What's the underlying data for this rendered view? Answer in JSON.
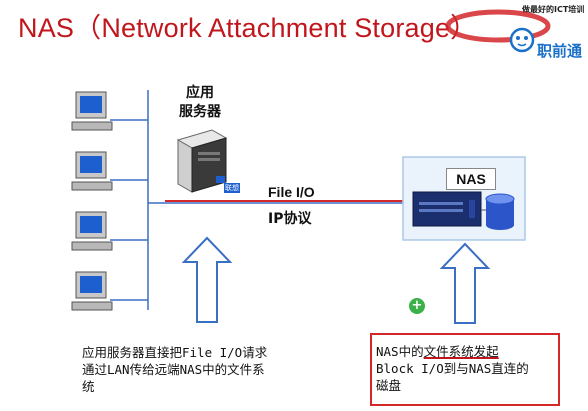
{
  "slide": {
    "title": "NAS（Network Attachment Storage）",
    "logo_badge": "做最好的ICT培训",
    "logo_text": "职前通"
  },
  "diagram": {
    "server_label_line1": "应用",
    "server_label_line2": "服务器",
    "server_tag": "联想",
    "link_label_fileio": "File I/O",
    "link_label_ip": "IP协议",
    "nas_label": "NAS"
  },
  "notes": {
    "left_line1": "应用服务器直接把File I/O请求",
    "left_line2": "通过LAN传给远端NAS中的文件系",
    "left_line3": "统",
    "right_part1": "NAS中的",
    "right_part2": "文件系统",
    "right_part3": "发起",
    "right_line2": "Block I/O到与NAS直连的",
    "right_line3": "磁盘"
  },
  "colors": {
    "title": "#c0161c",
    "arrow": "#d3272a",
    "network_line": "#3b6fc4",
    "box_border": "#d3272a"
  }
}
